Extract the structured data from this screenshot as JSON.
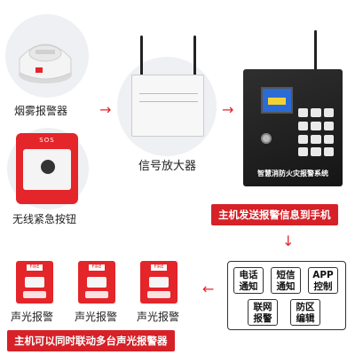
{
  "devices": {
    "smoke_detector_label": "烟雾报警器",
    "emergency_button_label": "无线紧急按钮",
    "emergency_button_text": "SOS",
    "amplifier_label": "信号放大器",
    "host_brand": "智慧消防火灾报警系统"
  },
  "messages": {
    "host_to_phone": "主机发送报警信息到手机",
    "linkage": "主机可以同时联动多台声光报警器"
  },
  "features": [
    "电话\n通知",
    "短信\n通知",
    "APP\n控制",
    "联网\n报警",
    "防区\n编辑"
  ],
  "strobes": [
    {
      "tag": "FIRE",
      "label": "声光报警"
    },
    {
      "tag": "FIRE",
      "label": "声光报警"
    },
    {
      "tag": "FIRE",
      "label": "声光报警"
    }
  ],
  "colors": {
    "accent": "#e4252a",
    "host": "#1e1e1e"
  },
  "icons": {
    "arrow_right": "arrow-right-icon",
    "arrow_down": "arrow-down-icon",
    "arrow_left": "arrow-left-icon"
  }
}
